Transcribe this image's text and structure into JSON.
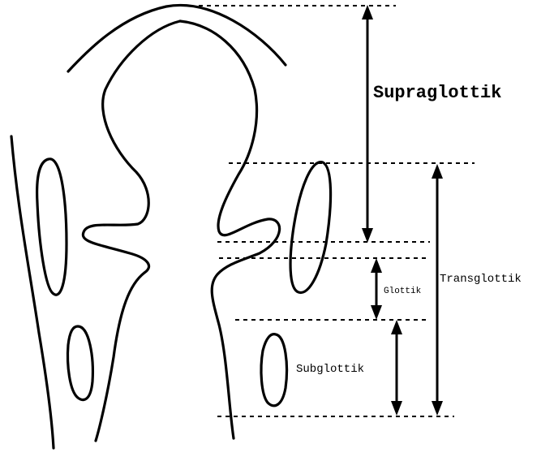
{
  "labels": {
    "supraglottik": "Supraglottik",
    "transglottik": "Transglottik",
    "glottik": "Glottik",
    "subglottik": "Subglottik"
  },
  "colors": {
    "line": "#000000",
    "background": "#ffffff"
  }
}
